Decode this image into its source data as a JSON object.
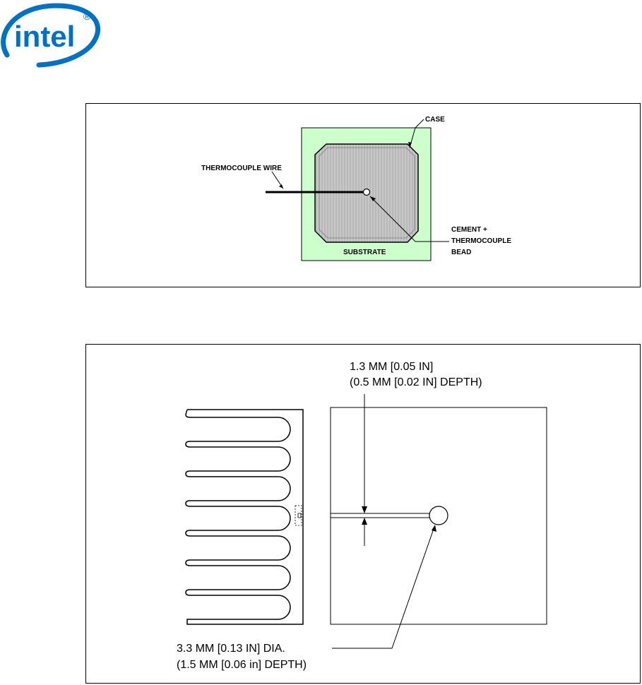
{
  "brand": {
    "logo_text": "intel",
    "registered_mark": "®",
    "logo_color": "#0071c5"
  },
  "figure1": {
    "labels": {
      "case": "CASE",
      "thermocouple_wire": "THERMOCOUPLE WIRE",
      "cement_line1": "CEMENT +",
      "cement_line2": "THERMOCOUPLE",
      "cement_line3": "BEAD",
      "substrate": "SUBSTRATE"
    },
    "colors": {
      "substrate_fill": "#ccffcc",
      "die_fill": "#c8c8c8"
    }
  },
  "figure2": {
    "labels": {
      "groove_line1": "1.3 MM [0.05 IN]",
      "groove_line2": "(0.5 MM [0.02 IN] DEPTH)",
      "hole_line1": "3.3 MM [0.13 IN] DIA.",
      "hole_line2": "(1.5 MM [0.06 in] DEPTH)"
    }
  }
}
